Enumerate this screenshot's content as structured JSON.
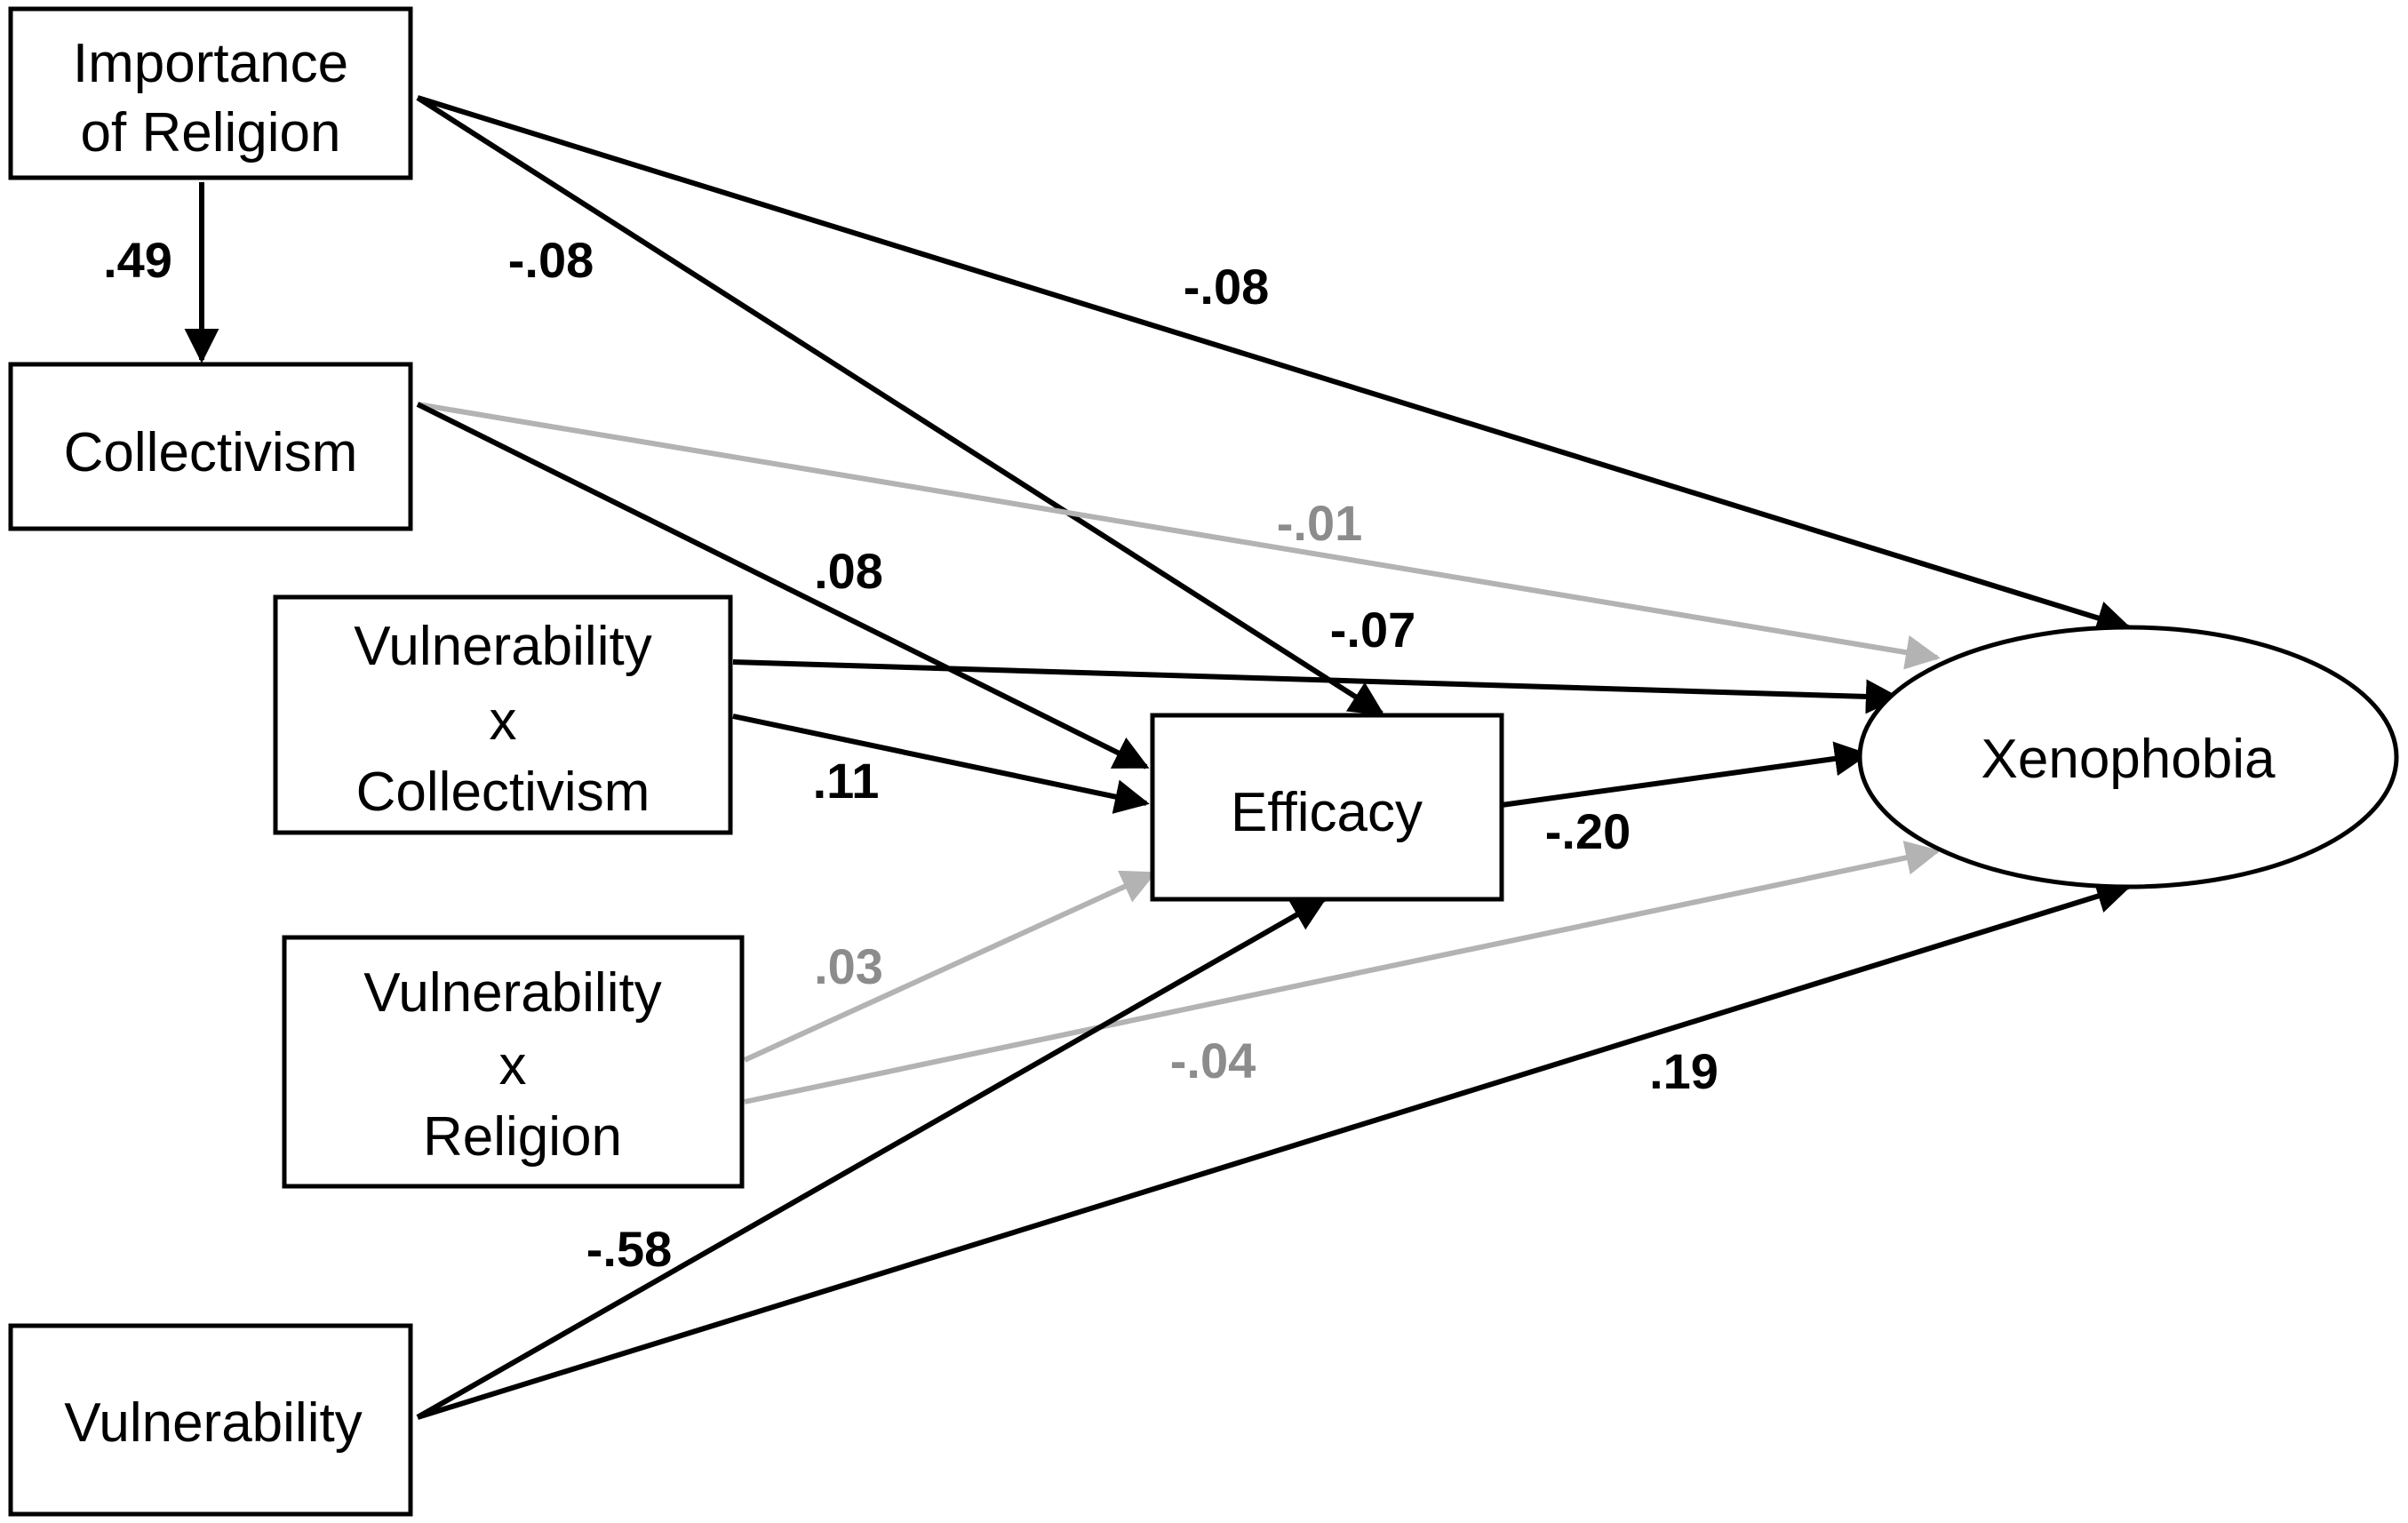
{
  "colors": {
    "significant": "#000000",
    "nonsignificant": "#b3b3b3",
    "nonsignificant_label": "#8c8c8c"
  },
  "nodes": {
    "importance_of_religion": {
      "line1": "Importance",
      "line2": "of Religion"
    },
    "collectivism": {
      "line1": "Collectivism"
    },
    "vulnerability_x_collectivism": {
      "line1": "Vulnerability",
      "line2": "x",
      "line3": "Collectivism"
    },
    "vulnerability_x_religion": {
      "line1": "Vulnerability",
      "line2": "x",
      "line3": "Religion"
    },
    "vulnerability": {
      "line1": "Vulnerability"
    },
    "efficacy": {
      "line1": "Efficacy"
    },
    "xenophobia": {
      "line1": "Xenophobia"
    }
  },
  "paths": [
    {
      "id": "religion-collectivism",
      "from": "Importance of Religion",
      "to": "Collectivism",
      "coef": ".49",
      "significant": true
    },
    {
      "id": "religion-efficacy",
      "from": "Importance of Religion",
      "to": "Efficacy",
      "coef": "-.08",
      "significant": true
    },
    {
      "id": "religion-xenophobia",
      "from": "Importance of Religion",
      "to": "Xenophobia",
      "coef": "-.08",
      "significant": true
    },
    {
      "id": "collectivism-xenophobia",
      "from": "Collectivism",
      "to": "Xenophobia",
      "coef": "-.01",
      "significant": false
    },
    {
      "id": "collectivism-efficacy",
      "from": "Collectivism",
      "to": "Efficacy",
      "coef": ".08",
      "significant": true
    },
    {
      "id": "vxc-xenophobia",
      "from": "Vulnerability x Collectivism",
      "to": "Xenophobia",
      "coef": "-.07",
      "significant": true
    },
    {
      "id": "vxc-efficacy",
      "from": "Vulnerability x Collectivism",
      "to": "Efficacy",
      "coef": ".11",
      "significant": true
    },
    {
      "id": "efficacy-xenophobia",
      "from": "Efficacy",
      "to": "Xenophobia",
      "coef": "-.20",
      "significant": true
    },
    {
      "id": "vxr-efficacy",
      "from": "Vulnerability x Religion",
      "to": "Efficacy",
      "coef": ".03",
      "significant": false
    },
    {
      "id": "vxr-xenophobia",
      "from": "Vulnerability x Religion",
      "to": "Xenophobia",
      "coef": "-.04",
      "significant": false
    },
    {
      "id": "vulnerability-efficacy",
      "from": "Vulnerability",
      "to": "Efficacy",
      "coef": "-.58",
      "significant": true
    },
    {
      "id": "vulnerability-xenophobia",
      "from": "Vulnerability",
      "to": "Xenophobia",
      "coef": ".19",
      "significant": true
    }
  ]
}
